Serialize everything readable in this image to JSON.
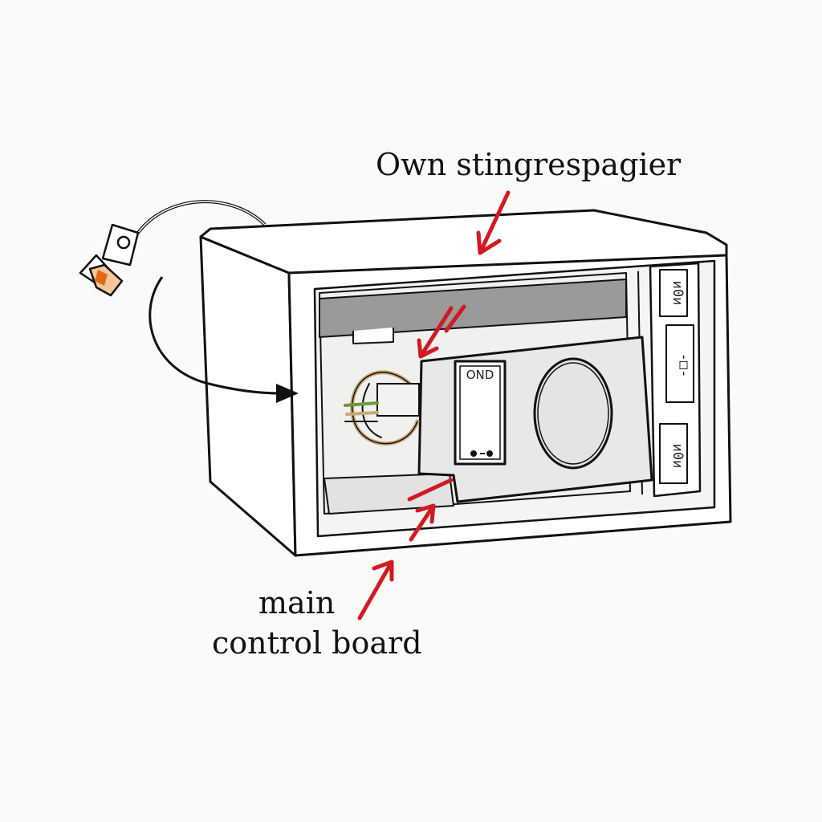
{
  "labels": {
    "top": "Own stingrespagier",
    "bottom_line1": "main",
    "bottom_line2": "control board"
  },
  "panel": {
    "switch_text": "OND",
    "side_top": "ᴎ0ᴎ",
    "side_mid": "-□-",
    "side_bottom": "ᴎ0ᴎ"
  },
  "colors": {
    "annotation_arrow": "#d11a22",
    "outline": "#111111",
    "wire": "#c8a878",
    "connector_green": "#6b9a3a",
    "plug_orange": "#e06a1a"
  },
  "icons": {
    "plug": "plug-icon",
    "arrow": "arrow-icon"
  }
}
